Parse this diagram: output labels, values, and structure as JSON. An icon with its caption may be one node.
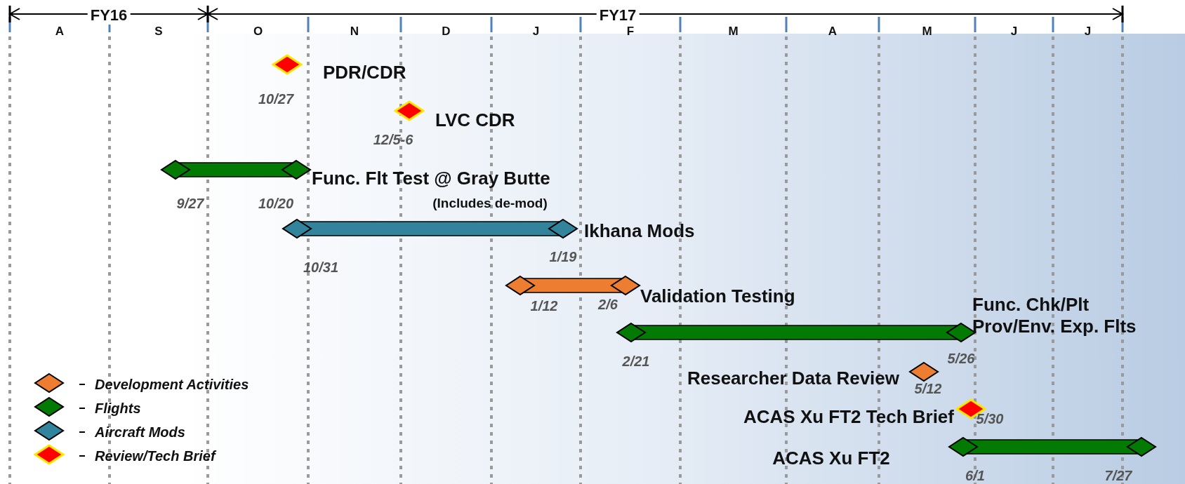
{
  "diagram": {
    "nodes": [
      {
        "text": [
          "PDR/CDR"
        ],
        "beside": [
          "10/27"
        ]
      },
      {
        "text": [
          "LVC CDR"
        ],
        "beside": [
          "12/5-6"
        ]
      },
      {
        "text": [
          "Func. Flt Test @ Gray Butte",
          "(Includes de-mod)"
        ],
        "beside": [
          "9/27",
          "10/20"
        ]
      },
      {
        "text": [
          "Ikhana Mods"
        ],
        "beside": [
          "10/31",
          "1/19"
        ]
      },
      {
        "text": [
          "Validation Testing"
        ],
        "beside": [
          "1/12",
          "2/6"
        ]
      },
      {
        "text": [
          "Func. Chk/Plt Prov/Env. Exp. Flts"
        ],
        "beside": [
          "2/21",
          "5/26"
        ]
      },
      {
        "text": [
          "Researcher Data Review"
        ],
        "beside": [
          "5/12"
        ]
      },
      {
        "text": [
          "ACAS Xu FT2 Tech Brief"
        ],
        "beside": [
          "5/30"
        ]
      },
      {
        "text": [
          "ACAS Xu FT2"
        ],
        "beside": [
          "6/1",
          "7/27"
        ]
      }
    ],
    "labels": [
      "FY16",
      "FY17",
      "A",
      "S",
      "O",
      "N",
      "D",
      "J",
      "F",
      "M",
      "A",
      "M",
      "J",
      "J"
    ],
    "legend": [
      {
        "text": "Development Activities",
        "color": "#ed7d31"
      },
      {
        "text": "Flights",
        "color": "#037a03"
      },
      {
        "text": "Aircraft Mods",
        "color": "#31849b"
      },
      {
        "text": "Review/Tech Brief",
        "color": "#ff0000"
      }
    ]
  }
}
